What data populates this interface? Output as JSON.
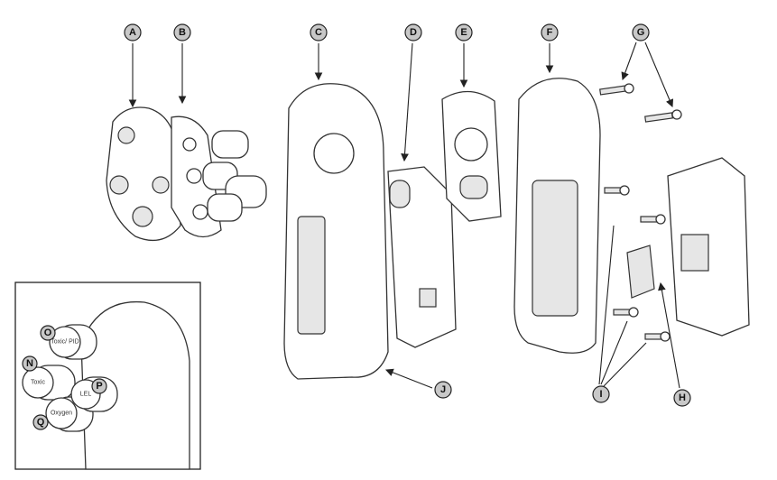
{
  "callouts": {
    "A": "A",
    "B": "B",
    "C": "C",
    "D": "D",
    "E": "E",
    "F": "F",
    "G": "G",
    "H": "H",
    "I": "I",
    "J": "J",
    "N": "N",
    "O": "O",
    "P": "P",
    "Q": "Q"
  },
  "inset": {
    "sensor_labels": {
      "toxic_pid": "Toxic/ PID",
      "toxic": "Toxic",
      "lel": "LEL",
      "oxygen": "Oxygen"
    }
  },
  "colors": {
    "callout_fill": "#c8c8c8",
    "line": "#222222"
  }
}
